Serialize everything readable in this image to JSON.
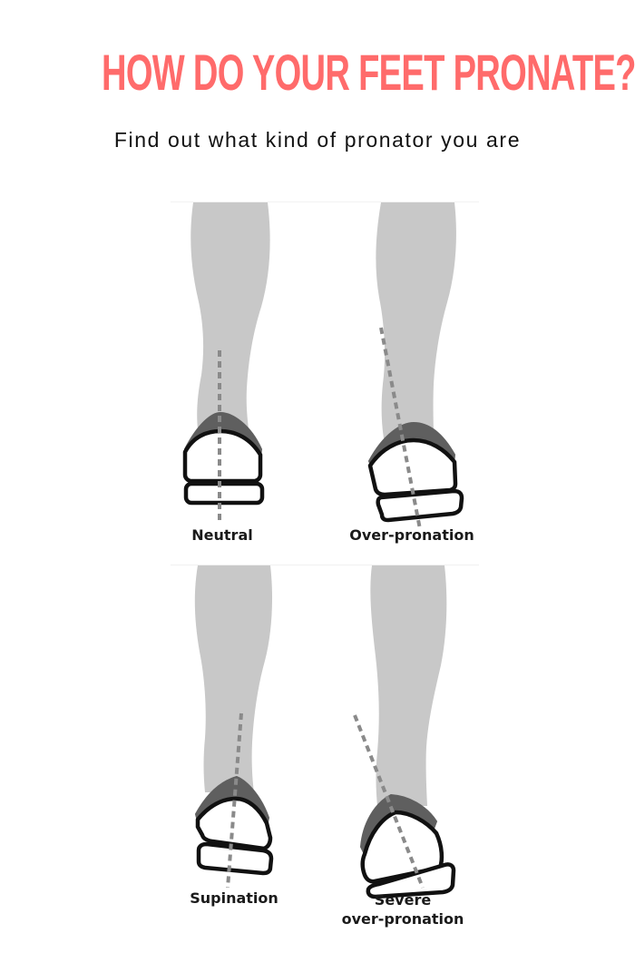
{
  "header": {
    "title": "HOW DO YOUR FEET PRONATE?",
    "subtitle": "Find out what kind of pronator you are"
  },
  "colors": {
    "title": "#ff6b6b",
    "leg": "#c8c8c8",
    "heel_counter": "#5f5f5f",
    "shoe_outline": "#111111",
    "axis_line": "#8a8a8a"
  },
  "diagrams": [
    {
      "id": "neutral",
      "label": "Neutral",
      "axis": "vertical"
    },
    {
      "id": "over-pronation",
      "label": "Over-pronation",
      "axis": "tilted-inward"
    },
    {
      "id": "supination",
      "label": "Supination",
      "axis": "tilted-outward"
    },
    {
      "id": "severe-over-pronation",
      "label_line1": "Severe",
      "label_line2": "over-pronation",
      "axis": "strongly-tilted-inward"
    }
  ]
}
